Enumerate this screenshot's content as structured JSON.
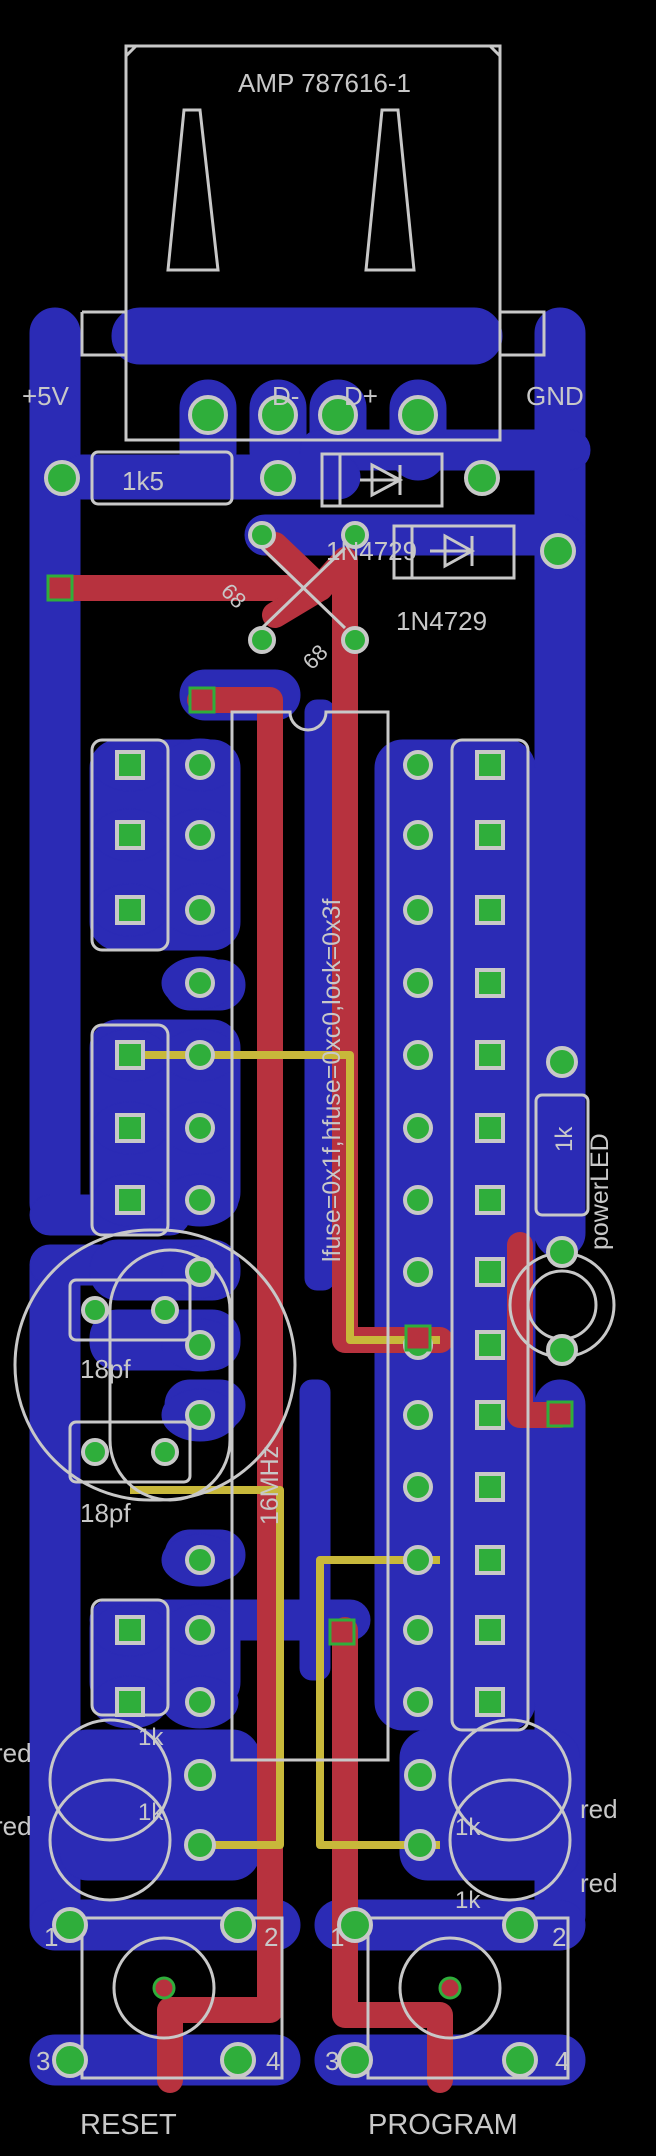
{
  "labels": {
    "usb_part": "AMP 787616-1",
    "plus5v": "+5V",
    "dminus": "D-",
    "dplus": "D+",
    "gnd": "GND",
    "r_1k5": "1k5",
    "zener_top": "1N4729",
    "zener_bottom": "1N4729",
    "r68_a": "68",
    "r68_b": "68",
    "fuse": "lfuse=0x1f,hfuse=0xc0,lock=0x3f",
    "crystal": "16MHz",
    "cap_top": "18pf",
    "cap_bottom": "18pf",
    "r_power": "1k",
    "power_led": "powerLED",
    "r_left_1": "1k",
    "r_left_2": "1k",
    "r_right_1": "1k",
    "r_right_2": "1k",
    "red_left_1": "red",
    "red_left_2": "red",
    "red_right_1": "red",
    "red_right_2": "red",
    "btn_l_1": "1",
    "btn_l_2": "2",
    "btn_l_3": "3",
    "btn_l_4": "4",
    "btn_r_1": "1",
    "btn_r_2": "2",
    "btn_r_3": "3",
    "btn_r_4": "4",
    "reset": "RESET",
    "program": "PROGRAM"
  },
  "colors": {
    "background": "#000000",
    "bottom_copper": "#2b2bb5",
    "top_copper": "#b7323e",
    "via_pad": "#2fae3b",
    "silkscreen": "#c8c8c8",
    "jumper": "#c8b83a"
  }
}
